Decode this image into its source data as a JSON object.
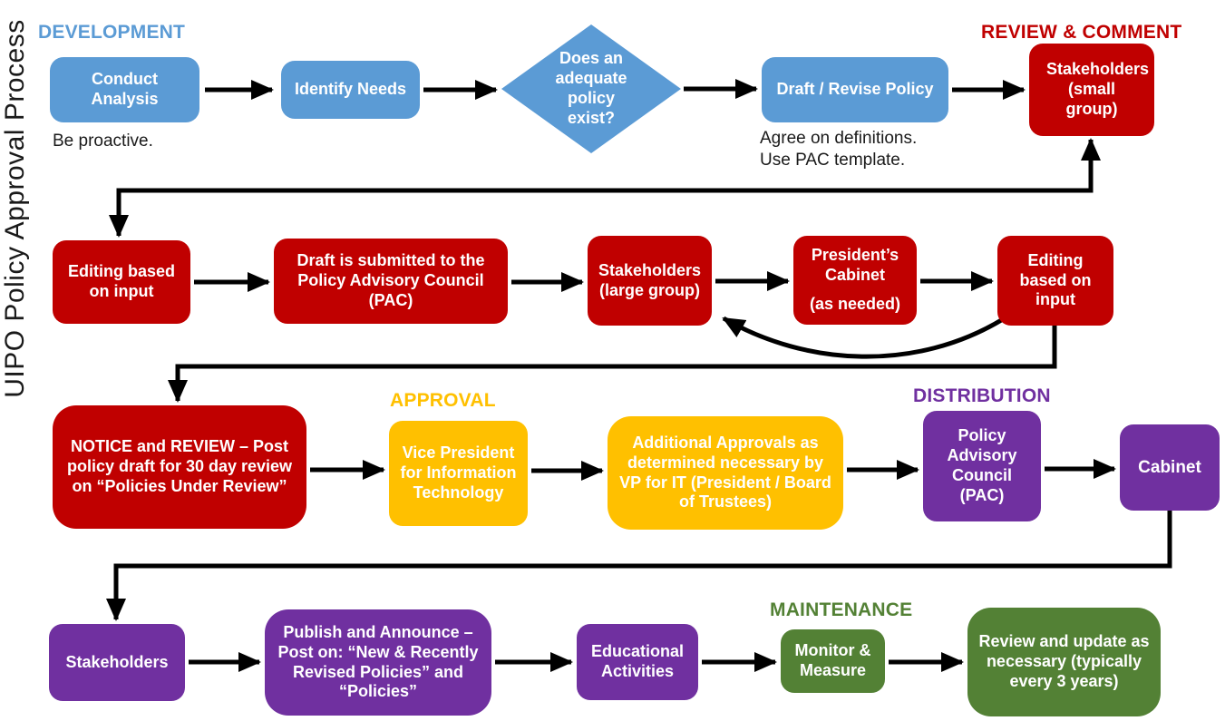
{
  "title": "UIPO Policy Approval Process",
  "colors": {
    "development": "#5B9BD5",
    "review_comment": "#C00000",
    "approval": "#FFC000",
    "distribution": "#7030A0",
    "maintenance": "#538135",
    "arrow": "#000000",
    "note_text": "#1a1a1a"
  },
  "sections": {
    "development": {
      "label": "DEVELOPMENT"
    },
    "review_comment": {
      "label": "REVIEW & COMMENT"
    },
    "approval": {
      "label": "APPROVAL"
    },
    "distribution": {
      "label": "DISTRIBUTION"
    },
    "maintenance": {
      "label": "MAINTENANCE"
    }
  },
  "nodes": {
    "conduct_analysis": {
      "label": "Conduct Analysis",
      "shape": "rounded-rect"
    },
    "identify_needs": {
      "label": "Identify Needs",
      "shape": "rounded-rect"
    },
    "policy_exist": {
      "label": "Does an adequate policy exist?",
      "shape": "decision-diamond"
    },
    "draft_revise": {
      "label": "Draft / Revise Policy",
      "shape": "rounded-rect"
    },
    "stakeholders_small": {
      "label": "Stakeholders (small group)",
      "shape": "rounded-rect"
    },
    "editing_input_1": {
      "label": "Editing based on input",
      "shape": "rounded-rect"
    },
    "draft_submitted": {
      "label": "Draft is submitted to the Policy Advisory Council (PAC)",
      "shape": "rounded-rect"
    },
    "stakeholders_large": {
      "label": "Stakeholders (large group)",
      "shape": "rounded-rect"
    },
    "presidents_cabinet": {
      "label": "President’s Cabinet",
      "sublabel": "(as needed)",
      "shape": "rounded-rect"
    },
    "editing_input_2": {
      "label": "Editing based on input",
      "shape": "rounded-rect"
    },
    "notice_review": {
      "label": "NOTICE and REVIEW – Post policy draft for 30 day review on “Policies Under Review”",
      "shape": "rounded-rect"
    },
    "vp_it": {
      "label": "Vice President for Information Technology",
      "shape": "rounded-rect"
    },
    "additional_approvals": {
      "label": "Additional Approvals as determined necessary by VP for IT (President / Board of Trustees)",
      "shape": "rounded-rect"
    },
    "pac": {
      "label": "Policy Advisory Council (PAC)",
      "shape": "rounded-rect"
    },
    "cabinet": {
      "label": "Cabinet",
      "shape": "rounded-rect"
    },
    "stakeholders_dist": {
      "label": "Stakeholders",
      "shape": "rounded-rect"
    },
    "publish_announce": {
      "label": "Publish and Announce – Post on: “New & Recently Revised Policies” and “Policies”",
      "shape": "rounded-rect"
    },
    "educational_activities": {
      "label": "Educational Activities",
      "shape": "rounded-rect"
    },
    "monitor_measure": {
      "label": "Monitor & Measure",
      "shape": "rounded-rect"
    },
    "review_update": {
      "label": "Review and update as necessary (typically every 3 years)",
      "shape": "rounded-rect"
    }
  },
  "notes": {
    "be_proactive": "Be proactive.",
    "agree_line1": "Agree on definitions.",
    "agree_line2": "Use PAC template."
  }
}
